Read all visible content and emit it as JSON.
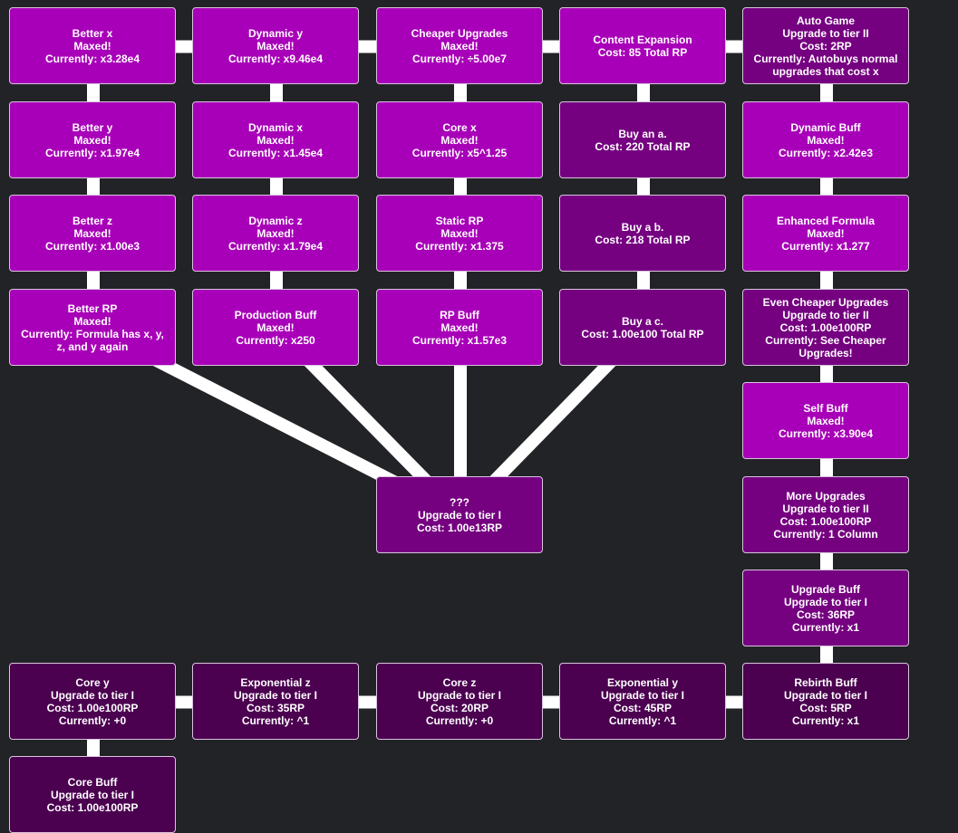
{
  "colors": {
    "background": "#222327",
    "maxed": "#a800b8",
    "available": "#750080",
    "locked": "#4b0050",
    "connector": "#ffffff",
    "border": "#d9c4dd"
  },
  "nodes": [
    {
      "id": "better-x",
      "state": "maxed",
      "lines": [
        "Better x",
        "Maxed!",
        "Currently: x3.28e4"
      ]
    },
    {
      "id": "dynamic-y",
      "state": "maxed",
      "lines": [
        "Dynamic y",
        "Maxed!",
        "Currently: x9.46e4"
      ]
    },
    {
      "id": "cheaper-upgrades",
      "state": "maxed",
      "lines": [
        "Cheaper Upgrades",
        "Maxed!",
        "Currently: ÷5.00e7"
      ]
    },
    {
      "id": "content-expansion",
      "state": "maxed",
      "lines": [
        "Content Expansion",
        "Cost: 85 Total RP"
      ]
    },
    {
      "id": "auto-game",
      "state": "avail",
      "lines": [
        "Auto Game",
        "Upgrade to tier II",
        "Cost: 2RP",
        "Currently: Autobuys normal upgrades that cost x"
      ]
    },
    {
      "id": "better-y",
      "state": "maxed",
      "lines": [
        "Better y",
        "Maxed!",
        "Currently: x1.97e4"
      ]
    },
    {
      "id": "dynamic-x",
      "state": "maxed",
      "lines": [
        "Dynamic x",
        "Maxed!",
        "Currently: x1.45e4"
      ]
    },
    {
      "id": "core-x",
      "state": "maxed",
      "lines": [
        "Core x",
        "Maxed!",
        "Currently: x5^1.25"
      ]
    },
    {
      "id": "buy-an-a",
      "state": "avail",
      "lines": [
        "Buy an a.",
        "Cost: 220 Total RP"
      ]
    },
    {
      "id": "dynamic-buff",
      "state": "maxed",
      "lines": [
        "Dynamic Buff",
        "Maxed!",
        "Currently: x2.42e3"
      ]
    },
    {
      "id": "better-z",
      "state": "maxed",
      "lines": [
        "Better z",
        "Maxed!",
        "Currently: x1.00e3"
      ]
    },
    {
      "id": "dynamic-z",
      "state": "maxed",
      "lines": [
        "Dynamic z",
        "Maxed!",
        "Currently: x1.79e4"
      ]
    },
    {
      "id": "static-rp",
      "state": "maxed",
      "lines": [
        "Static RP",
        "Maxed!",
        "Currently: x1.375"
      ]
    },
    {
      "id": "buy-a-b",
      "state": "avail",
      "lines": [
        "Buy a b.",
        "Cost: 218 Total RP"
      ]
    },
    {
      "id": "enhanced-formula",
      "state": "maxed",
      "lines": [
        "Enhanced Formula",
        "Maxed!",
        "Currently: x1.277"
      ]
    },
    {
      "id": "better-rp",
      "state": "maxed",
      "lines": [
        "Better RP",
        "Maxed!",
        "Currently: Formula has x, y, z, and y again"
      ]
    },
    {
      "id": "production-buff",
      "state": "maxed",
      "lines": [
        "Production Buff",
        "Maxed!",
        "Currently: x250"
      ]
    },
    {
      "id": "rp-buff",
      "state": "maxed",
      "lines": [
        "RP Buff",
        "Maxed!",
        "Currently: x1.57e3"
      ]
    },
    {
      "id": "buy-a-c",
      "state": "avail",
      "lines": [
        "Buy a c.",
        "Cost: 1.00e100 Total RP"
      ]
    },
    {
      "id": "even-cheaper-upgrades",
      "state": "avail",
      "lines": [
        "Even Cheaper Upgrades",
        "Upgrade to tier II",
        "Cost: 1.00e100RP",
        "Currently: See Cheaper Upgrades!"
      ]
    },
    {
      "id": "self-buff",
      "state": "maxed",
      "lines": [
        "Self Buff",
        "Maxed!",
        "Currently: x3.90e4"
      ]
    },
    {
      "id": "mystery",
      "state": "avail",
      "lines": [
        "???",
        "Upgrade to tier I",
        "Cost: 1.00e13RP"
      ]
    },
    {
      "id": "more-upgrades",
      "state": "avail",
      "lines": [
        "More Upgrades",
        "Upgrade to tier II",
        "Cost: 1.00e100RP",
        "Currently: 1 Column"
      ]
    },
    {
      "id": "upgrade-buff",
      "state": "avail",
      "lines": [
        "Upgrade Buff",
        "Upgrade to tier I",
        "Cost: 36RP",
        "Currently: x1"
      ]
    },
    {
      "id": "core-y",
      "state": "locked",
      "lines": [
        "Core y",
        "Upgrade to tier I",
        "Cost: 1.00e100RP",
        "Currently: +0"
      ]
    },
    {
      "id": "exponential-z",
      "state": "locked",
      "lines": [
        "Exponential z",
        "Upgrade to tier I",
        "Cost: 35RP",
        "Currently: ^1"
      ]
    },
    {
      "id": "core-z",
      "state": "locked",
      "lines": [
        "Core z",
        "Upgrade to tier I",
        "Cost: 20RP",
        "Currently: +0"
      ]
    },
    {
      "id": "exponential-y",
      "state": "locked",
      "lines": [
        "Exponential y",
        "Upgrade to tier I",
        "Cost: 45RP",
        "Currently: ^1"
      ]
    },
    {
      "id": "rebirth-buff",
      "state": "locked",
      "lines": [
        "Rebirth Buff",
        "Upgrade to tier I",
        "Cost: 5RP",
        "Currently: x1"
      ]
    },
    {
      "id": "core-buff",
      "state": "locked",
      "lines": [
        "Core Buff",
        "Upgrade to tier I",
        "Cost: 1.00e100RP"
      ]
    }
  ]
}
